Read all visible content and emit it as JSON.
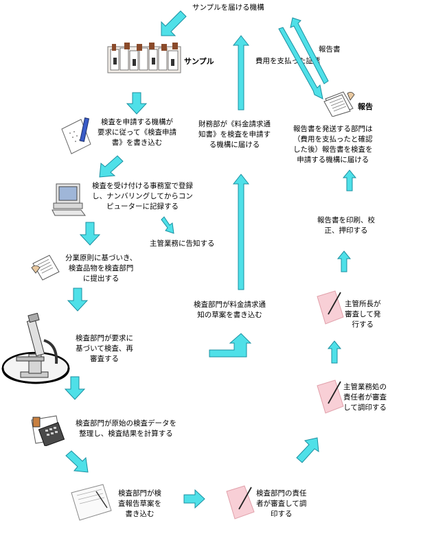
{
  "colors": {
    "arrow_fill": "#4fe0e8",
    "arrow_stroke": "#1a8fa0"
  },
  "labels": {
    "top_sender": "サンプルを届ける機構",
    "sample": "サンプル",
    "report": "報告",
    "report_book": "報告書",
    "fee_receipt": "費用を支払った証票",
    "apply_form": "検査を申請する機構が\n要求に従って《検査申請\n書》を書き込む",
    "finance_notice": "財務部が《料金請求通\n知書》を検査を申請す\nる機構に届ける",
    "send_report": "報告書を発送する部門は\n（費用を支払ったと確認\nした後）報告書を検査を\n申請する機構に届ける",
    "register": "検査を受け付ける事務室で登録\nし、ナンバリングしてからコン\nピューターに記録する",
    "notify_admin": "主管業務に告知する",
    "print_report": "報告書を印刷、校\n正、押印する",
    "submit_division": "分業原則に基づいき、\n検査品物を検査部門\nに提出する",
    "fee_draft": "検査部門が料金請求通\n知の草案を書き込む",
    "director_review": "主管所長が\n審査して発\n行する",
    "inspect": "検査部門が要求に\n基づいて検査、再\n審査する",
    "business_review": "主管業務処の\n責任者が審査\nして調印する",
    "organize_data": "検査部門が原始の検査データを\n整理し、検査結果を計算する",
    "draft_report": "検査部門が検\n査報告草案を\n書き込む",
    "dept_review": "検査部門の責任\n者が審査して調\n印する"
  },
  "icons": [
    "sample-boxes-icon",
    "report-papers-icon",
    "pen-form-icon",
    "computer-icon",
    "document-hand-icon",
    "microscope-icon",
    "calculator-icon",
    "report-draft-icon",
    "pen-sign-icon"
  ]
}
